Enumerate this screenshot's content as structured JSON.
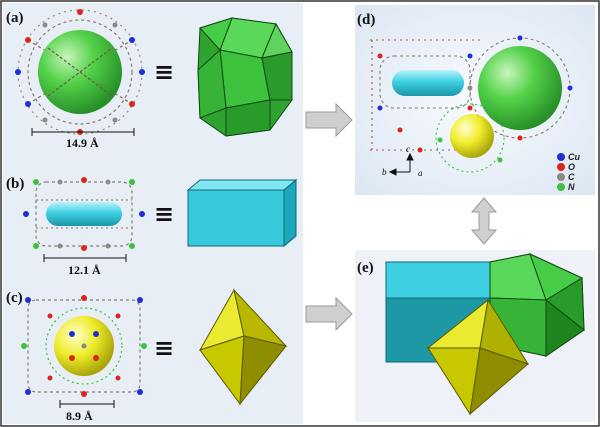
{
  "panels": {
    "a": {
      "label": "(a)",
      "dimension": "14.9 Å"
    },
    "b": {
      "label": "(b)",
      "dimension": "12.1 Å"
    },
    "c": {
      "label": "(c)",
      "dimension": "8.9 Å"
    },
    "d": {
      "label": "(d)"
    },
    "e": {
      "label": "(e)"
    }
  },
  "legend": [
    {
      "label": "Cu",
      "color": "#1f2fd6"
    },
    {
      "label": "O",
      "color": "#d8261c"
    },
    {
      "label": "C",
      "color": "#8a8a8a"
    },
    {
      "label": "N",
      "color": "#3cc23c"
    }
  ],
  "axes": {
    "c": "c",
    "b": "b",
    "a": "a"
  },
  "equivalence_symbol": "≡",
  "colors": {
    "sphere_green": "#35c23a",
    "cylinder_cyan": "#38c9dc",
    "sphere_yellow": "#e4e21c",
    "octahedron_yellow": "#d6d600",
    "panel_background": "#e8eef6",
    "arrow_gray": "#c8c8c8"
  }
}
